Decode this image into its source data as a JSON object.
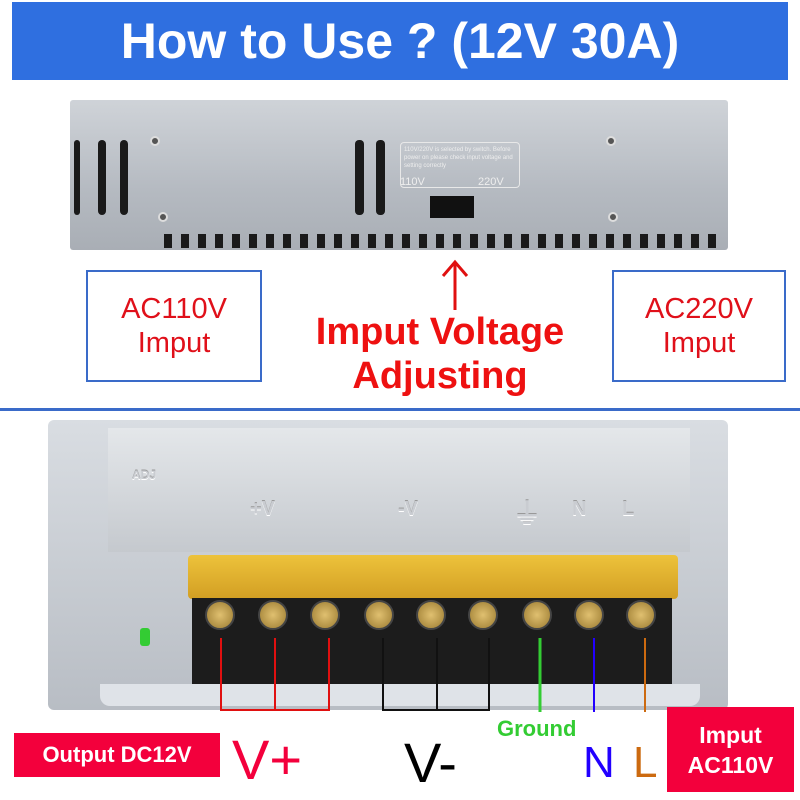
{
  "title": "How to Use ? (12V 30A)",
  "top_photo": {
    "switch_notice": "110V/220V is selected by switch. Before power on please check input voltage and setting correctly",
    "switch_110": "110V",
    "switch_220": "220V"
  },
  "left_box": {
    "line1": "AC110V",
    "line2": "Imput"
  },
  "right_box": {
    "line1": "AC220V",
    "line2": "Imput"
  },
  "center_label": {
    "line1": "Imput Voltage",
    "line2": "Adjusting"
  },
  "bottom_photo": {
    "adj": "ADJ",
    "plus_v": "+V",
    "minus_v": "-V",
    "ground_symbol": "⏚",
    "n": "N",
    "l": "L"
  },
  "labels": {
    "output": "Output DC12V",
    "v_plus": "V+",
    "v_minus": "V-",
    "ground": "Ground",
    "n": "N",
    "l": "L",
    "input_line1": "Imput",
    "input_line2": "AC110V"
  },
  "colors": {
    "title_bg": "#2f6fe0",
    "red": "#f3003c",
    "ground": "#33cc33",
    "n": "#2200ff",
    "l": "#cc6a10"
  }
}
